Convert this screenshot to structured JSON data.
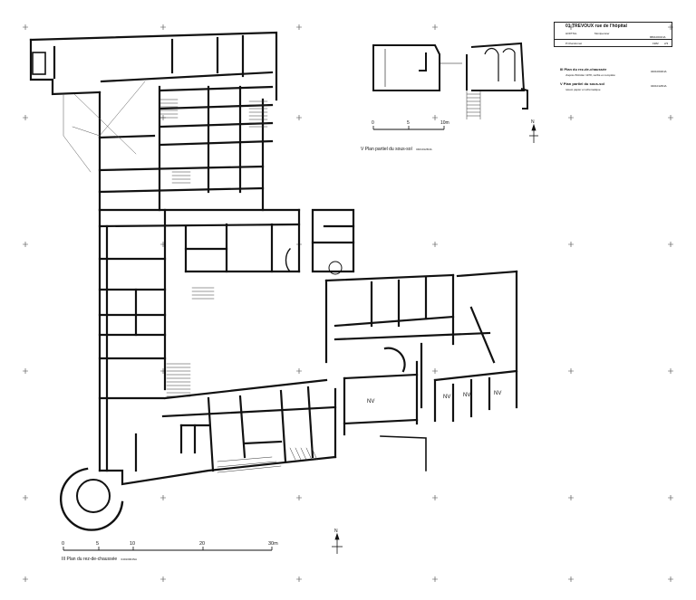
{
  "title_block": {
    "heading": "01 TREVOUX   rue de l'hôpital",
    "building": "HOPITAL",
    "place": "Montpensier",
    "ref_code": "88010001NA",
    "drawn": "P.Chardonnet",
    "year": "1982",
    "sheet": "2/3"
  },
  "legend": [
    {
      "label": "III Plan du rez-de-chaussée",
      "note": "d'après B.Roller 1978, vérifié et complété",
      "code": "04010004NA"
    },
    {
      "label": "V Plan partiel du sous-sol",
      "note": "relevé papier et schématique",
      "code": "04010126NA"
    }
  ],
  "main_plan": {
    "caption": "III Plan du rez-de-chaussée",
    "caption_code": "04010004NA",
    "scale_ticks": [
      "0",
      "5",
      "10",
      "20",
      "30m"
    ],
    "room_marks": [
      "NV",
      "NV",
      "NV",
      "NV"
    ],
    "north_label": "N"
  },
  "sub_plan": {
    "caption": "V Plan partiel du sous-sol",
    "caption_code": "04010126NA",
    "scale_ticks": [
      "0",
      "5",
      "10m"
    ],
    "north_label": "N"
  },
  "colors": {
    "ink": "#111111",
    "paper": "#ffffff"
  }
}
